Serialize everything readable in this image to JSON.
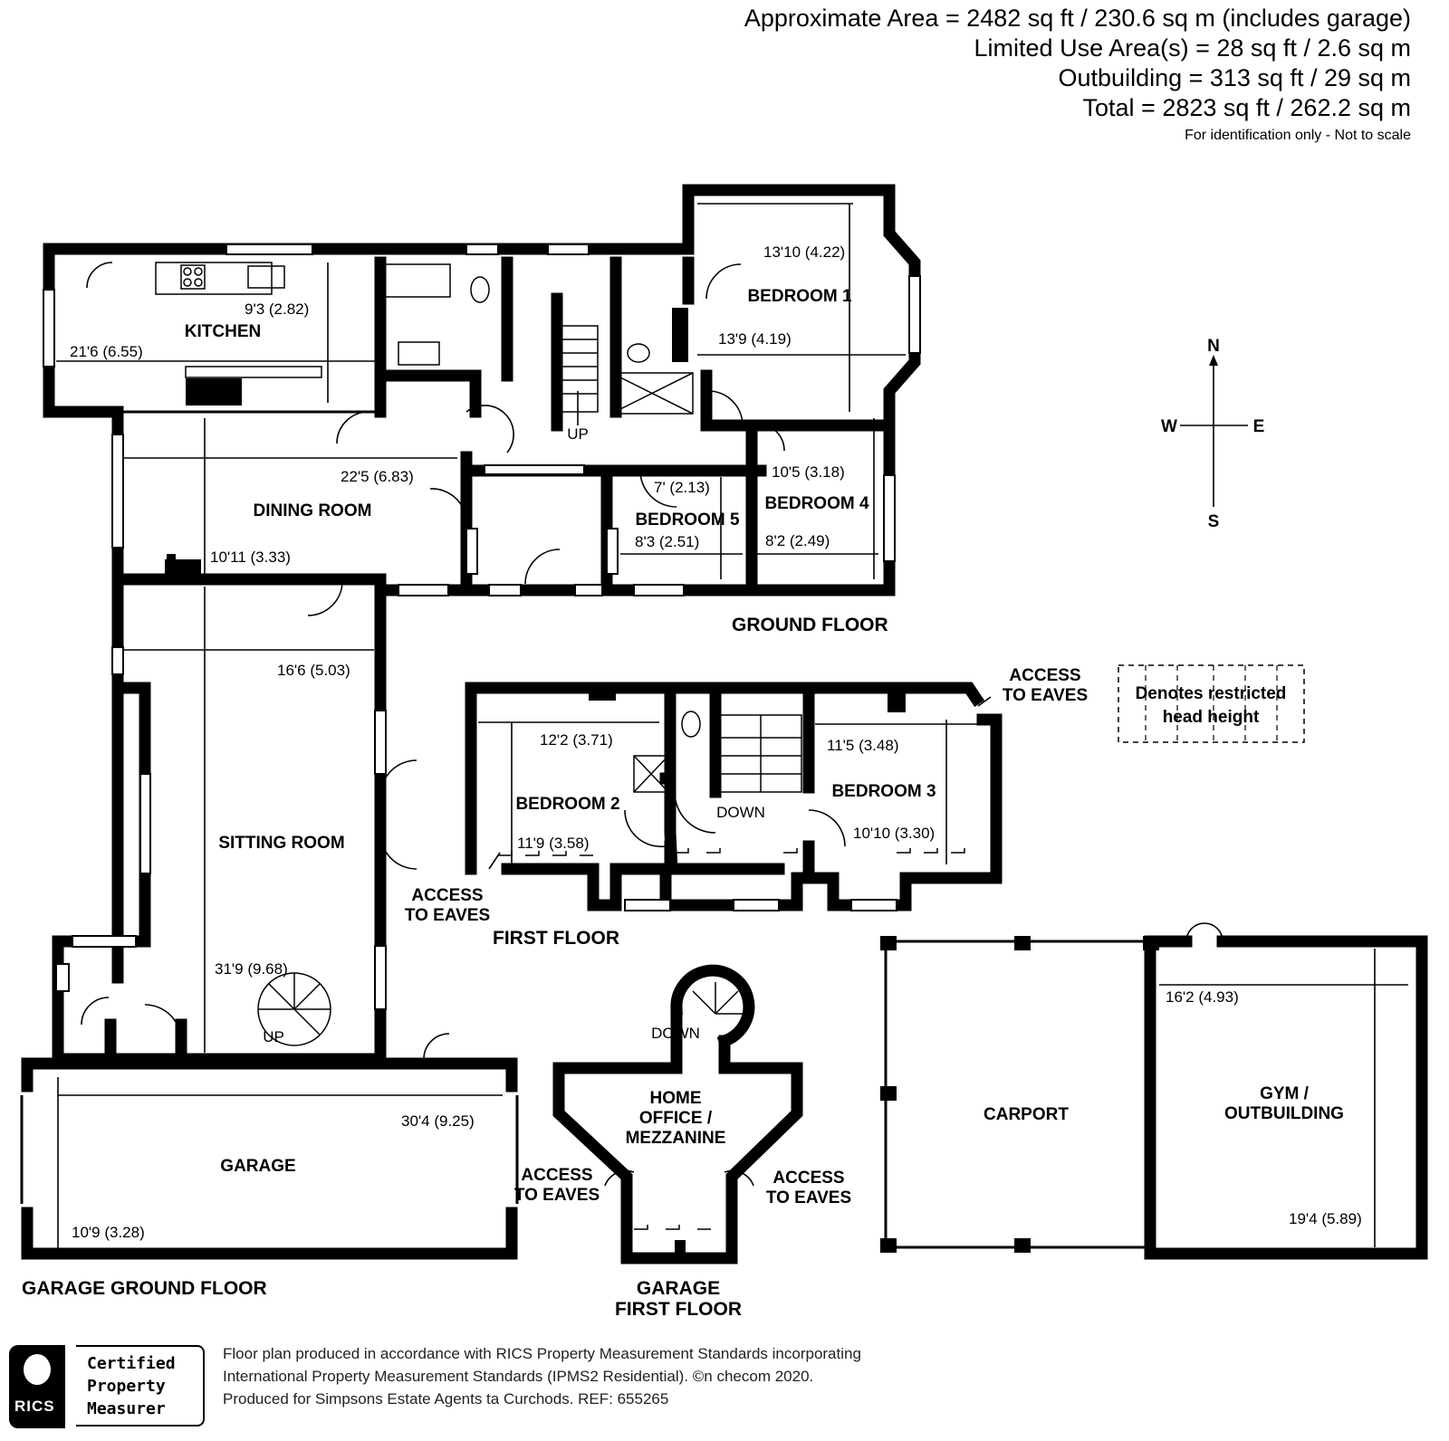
{
  "header": {
    "area_lines": [
      "Approximate Area = 2482 sq ft / 230.6 sq m (includes garage)",
      "Limited Use Area(s) = 28 sq ft / 2.6 sq m",
      "Outbuilding = 313 sq ft / 29 sq m",
      "Total = 2823 sq ft / 262.2 sq m"
    ],
    "note": "For identification only - Not to scale"
  },
  "compass": {
    "n": "N",
    "s": "S",
    "e": "E",
    "w": "W"
  },
  "legend": {
    "line1": "Denotes restricted",
    "line2": "head height"
  },
  "floors": {
    "ground": "GROUND FLOOR",
    "first": "FIRST FLOOR",
    "garage_ground": "GARAGE GROUND FLOOR",
    "garage_first_1": "GARAGE",
    "garage_first_2": "FIRST FLOOR"
  },
  "rooms": {
    "kitchen": "KITCHEN",
    "bedroom1": "BEDROOM 1",
    "dining": "DINING ROOM",
    "bedroom5": "BEDROOM 5",
    "bedroom4": "BEDROOM 4",
    "sitting": "SITTING ROOM",
    "bedroom2": "BEDROOM 2",
    "bedroom3": "BEDROOM 3",
    "garage": "GARAGE",
    "office_1": "HOME",
    "office_2": "OFFICE /",
    "office_3": "MEZZANINE",
    "carport": "CARPORT",
    "gym_1": "GYM /",
    "gym_2": "OUTBUILDING"
  },
  "labels": {
    "up1": "UP",
    "up2": "UP",
    "down1": "DOWN",
    "down2": "DOWN",
    "access1a": "ACCESS",
    "access1b": "TO EAVES",
    "access2a": "ACCESS",
    "access2b": "TO EAVES",
    "access3a": "ACCESS",
    "access3b": "TO EAVES",
    "access4a": "ACCESS",
    "access4b": "TO EAVES"
  },
  "dimensions": {
    "kitchen_w": "21'6 (6.55)",
    "kitchen_d": "9'3 (2.82)",
    "bed1_w": "13'10 (4.22)",
    "bed1_d": "13'9 (4.19)",
    "dining_w": "22'5 (6.83)",
    "dining_d": "10'11 (3.33)",
    "bed5_w": "8'3 (2.51)",
    "bed5_d": "7' (2.13)",
    "bed4_w": "10'5 (3.18)",
    "bed4_d": "8'2 (2.49)",
    "sitting_w": "16'6 (5.03)",
    "sitting_d": "31'9 (9.68)",
    "bed2_w": "12'2 (3.71)",
    "bed2_d": "11'9 (3.58)",
    "bed3_w": "11'5 (3.48)",
    "bed3_d": "10'10 (3.30)",
    "garage_w": "30'4 (9.25)",
    "garage_d": "10'9 (3.28)",
    "gym_w": "16'2 (4.93)",
    "gym_d": "19'4 (5.89)"
  },
  "footer": {
    "cert1": "Certified",
    "cert2": "Property",
    "cert3": "Measurer",
    "rics": "RICS",
    "line1": "Floor plan produced in accordance with RICS Property Measurement Standards incorporating",
    "line2": "International Property Measurement Standards (IPMS2 Residential).  ©n checom 2020.",
    "line3": "Produced for Simpsons Estate Agents ta Curchods.   REF: 655265"
  }
}
